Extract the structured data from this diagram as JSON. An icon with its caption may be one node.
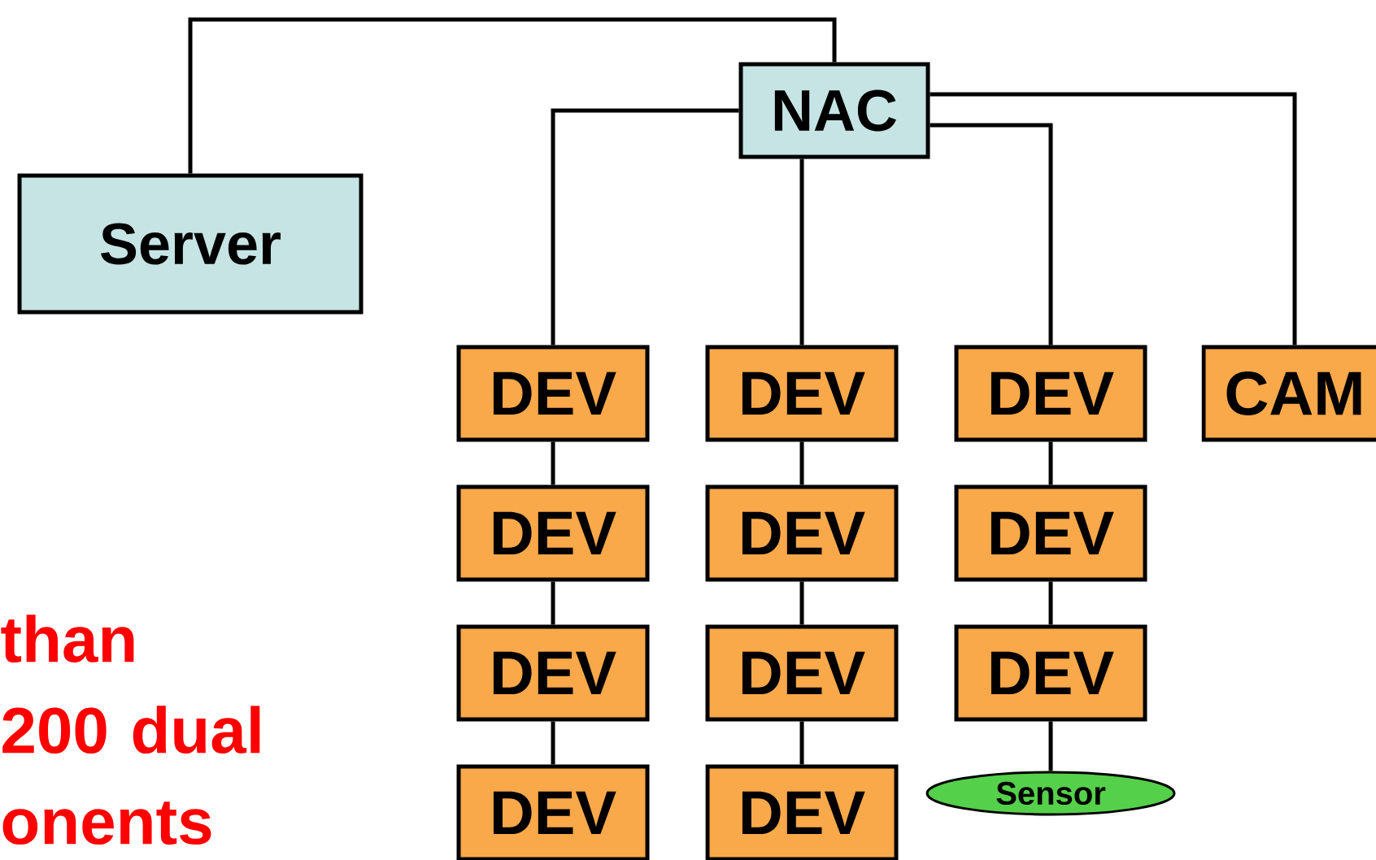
{
  "diagram": {
    "nodes": [
      {
        "text": [
          "NAC"
        ]
      },
      {
        "text": [
          "Server"
        ]
      },
      {
        "text": [
          "DEV"
        ]
      },
      {
        "text": [
          "DEV"
        ]
      },
      {
        "text": [
          "DEV"
        ]
      },
      {
        "text": [
          "CAM"
        ]
      },
      {
        "text": [
          "DEV"
        ]
      },
      {
        "text": [
          "DEV"
        ]
      },
      {
        "text": [
          "DEV"
        ]
      },
      {
        "text": [
          "DEV"
        ]
      },
      {
        "text": [
          "DEV"
        ]
      },
      {
        "text": [
          "DEV"
        ]
      },
      {
        "text": [
          "DEV"
        ]
      },
      {
        "text": [
          "DEV"
        ]
      },
      {
        "text": [
          "Sensor"
        ]
      }
    ],
    "edges": [
      {
        "from": 1,
        "to": 0,
        "arrow": "none"
      },
      {
        "from": 0,
        "to": 2,
        "arrow": "none"
      },
      {
        "from": 0,
        "to": 3,
        "arrow": "none"
      },
      {
        "from": 0,
        "to": 4,
        "arrow": "none"
      },
      {
        "from": 0,
        "to": 5,
        "arrow": "none"
      },
      {
        "from": 2,
        "to": 6,
        "arrow": "none"
      },
      {
        "from": 6,
        "to": 9,
        "arrow": "none"
      },
      {
        "from": 9,
        "to": 12,
        "arrow": "none"
      },
      {
        "from": 3,
        "to": 7,
        "arrow": "none"
      },
      {
        "from": 7,
        "to": 10,
        "arrow": "none"
      },
      {
        "from": 10,
        "to": 13,
        "arrow": "none"
      },
      {
        "from": 4,
        "to": 8,
        "arrow": "none"
      },
      {
        "from": 8,
        "to": 11,
        "arrow": "none"
      },
      {
        "from": 11,
        "to": 14,
        "arrow": "none"
      }
    ],
    "labels": [
      "than 200 dual onents"
    ]
  }
}
